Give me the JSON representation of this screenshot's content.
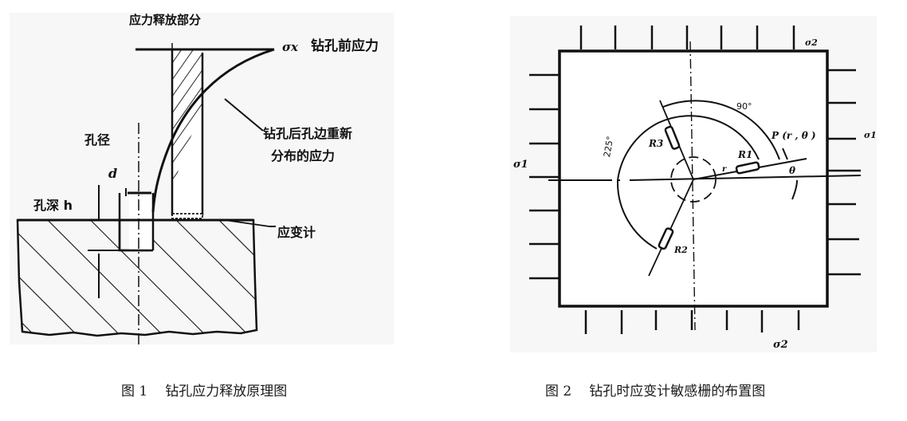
{
  "figure1": {
    "caption_number": "图 1",
    "caption_text": "钻孔应力释放原理图",
    "labels": {
      "stress_release_part": "应力释放部分",
      "sigma_x": "σx",
      "stress_before_drilling": "钻孔前应力",
      "redistributed_stress_line1": "钻孔后孔边重新",
      "redistributed_stress_line2": "分布的应力",
      "hole_diameter": "孔径",
      "d": "d",
      "hole_depth": "孔深 h",
      "strain_gauge": "应变计"
    }
  },
  "figure2": {
    "caption_number": "图 2",
    "caption_text": "钻孔时应变计敏感栅的布置图",
    "labels": {
      "sigma2_top": "σ2",
      "sigma2_bottom": "σ2",
      "sigma1_left": "σ1",
      "sigma1_right": "σ1",
      "angle_90": "90°",
      "angle_225": "225°",
      "point_p": "P (r , θ )",
      "r1": "R1",
      "r2": "R2",
      "r3": "R3",
      "r": "r",
      "theta": "θ"
    }
  }
}
